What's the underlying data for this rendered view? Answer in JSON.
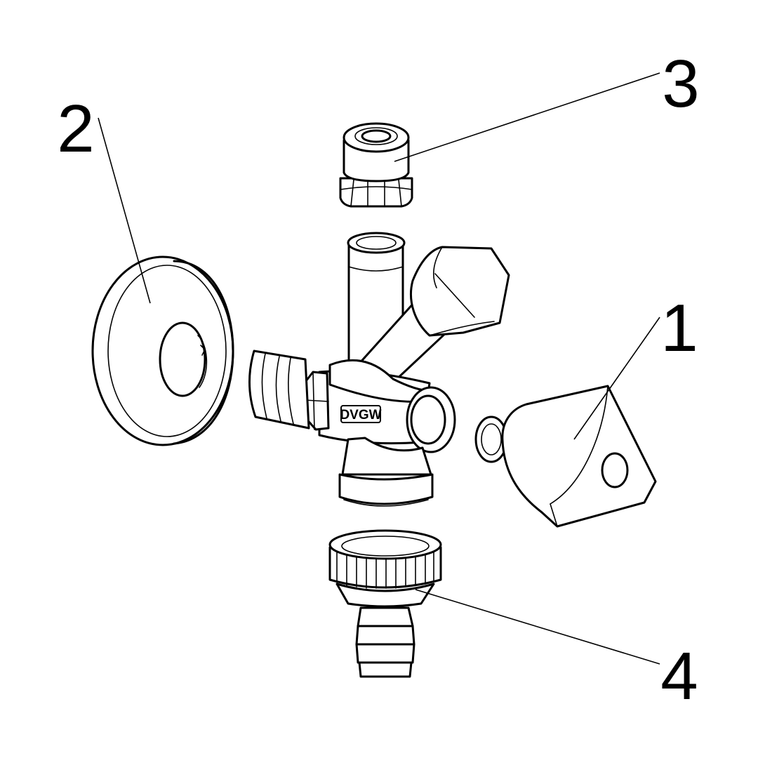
{
  "callouts": [
    {
      "id": "1",
      "text": "1"
    },
    {
      "id": "2",
      "text": "2"
    },
    {
      "id": "3",
      "text": "3"
    },
    {
      "id": "4",
      "text": "4"
    }
  ],
  "stamp": "DVGW",
  "colors": {
    "line": "#000000",
    "background": "#ffffff"
  }
}
